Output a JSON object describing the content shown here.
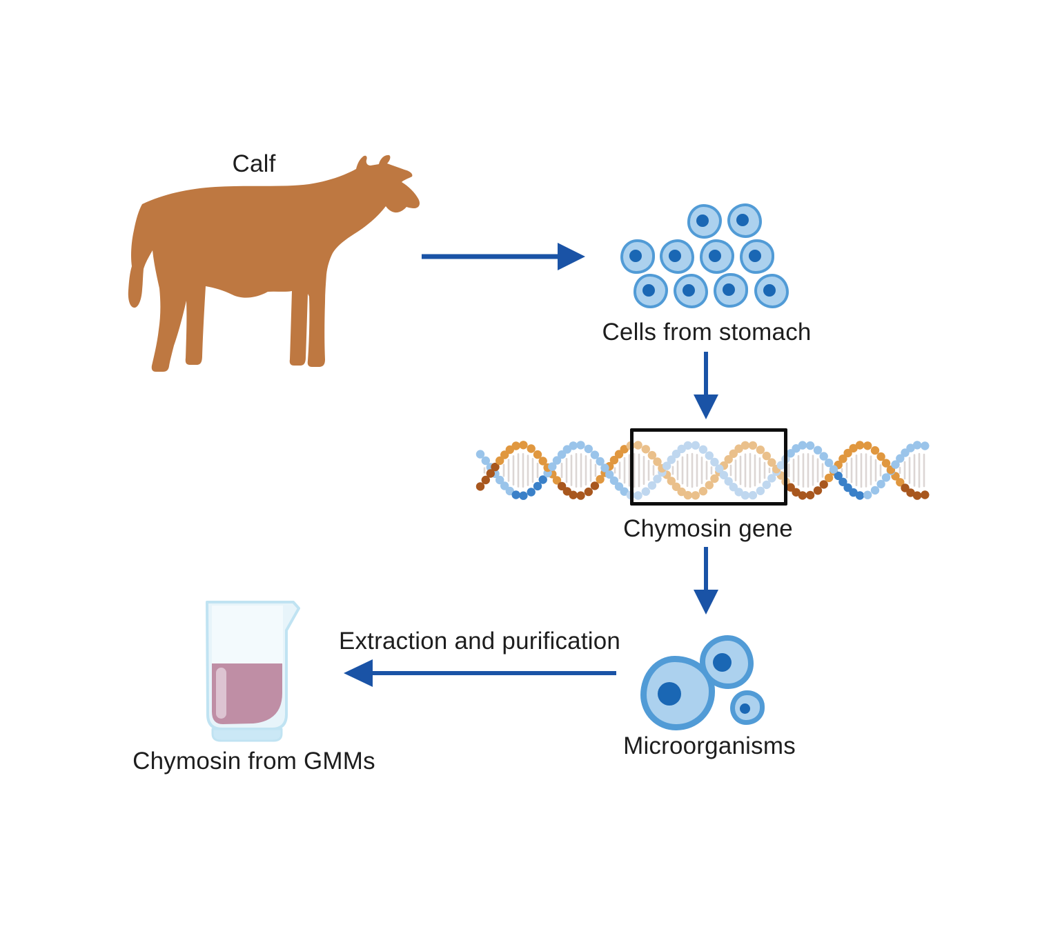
{
  "labels": {
    "calf": "Calf",
    "cells_from_stomach": "Cells from stomach",
    "chymosin_gene": "Chymosin gene",
    "microorganisms": "Microorganisms",
    "extraction": "Extraction and purification",
    "product": "Chymosin from GMMs"
  },
  "flow": [
    {
      "from": "calf",
      "to": "cells_from_stomach",
      "direction": "right",
      "label_key": null
    },
    {
      "from": "cells_from_stomach",
      "to": "chymosin_gene",
      "direction": "down",
      "label_key": null
    },
    {
      "from": "chymosin_gene",
      "to": "microorganisms",
      "direction": "down",
      "label_key": null
    },
    {
      "from": "microorganisms",
      "to": "product",
      "direction": "left",
      "label_key": "extraction"
    }
  ],
  "figures": [
    {
      "name": "calf-illustration",
      "kind": "animal-silhouette"
    },
    {
      "name": "stomach-cells-figure",
      "kind": "cell-cluster",
      "cell_count": 10
    },
    {
      "name": "dna-helix-figure",
      "kind": "double-helix",
      "boxed_region": "chymosin_gene"
    },
    {
      "name": "microorganisms-figure",
      "kind": "cell-cluster",
      "cell_count": 3
    },
    {
      "name": "beaker-figure",
      "kind": "beaker-with-liquid"
    }
  ],
  "colors": {
    "background": "#FFFFFF",
    "text": "#1D1D1D",
    "cow": "#BE7841",
    "arrow_blue": "#1A53A6",
    "cell_fill": "#ACD1EE",
    "cell_border": "#519BD6",
    "cell_nucleus": "#1A67B4",
    "dna_orange": "#E0973F",
    "dna_brown": "#A8571E",
    "dna_orange_faded": "#EAC08B",
    "dna_blue": "#9AC4EA",
    "dna_blue_dark": "#3A80C8",
    "dna_blue_faded": "#BFD7EF",
    "dna_rung": "#DCD6D4",
    "gene_box": "#0D0D0D",
    "glass": "#E7F4FA",
    "glass_border": "#C0E3F2",
    "glass_foot": "#CBE8F6",
    "glass_inner": "#F3FAFD",
    "liquid": "#BF8EA5",
    "liquid_highlight": "#DDC4D2"
  }
}
